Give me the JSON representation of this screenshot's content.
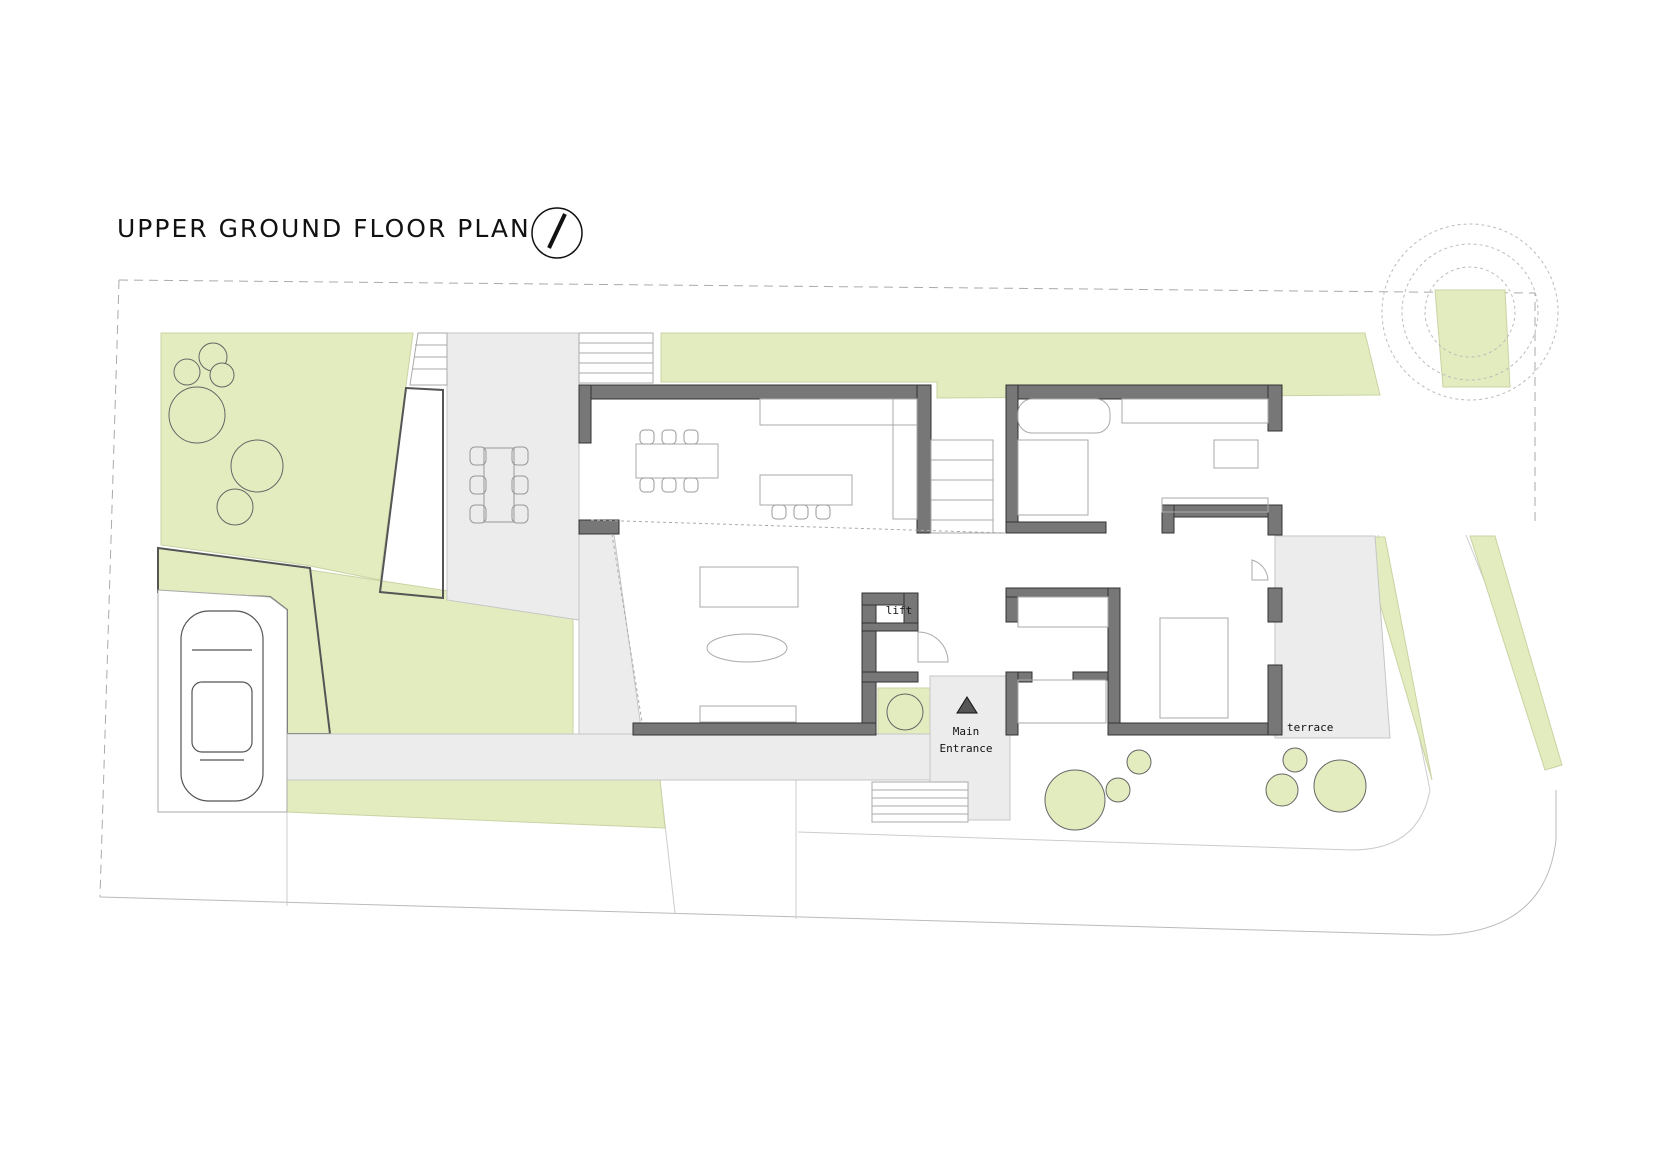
{
  "drawing": {
    "title": "UPPER GROUND FLOOR PLAN",
    "labels": {
      "lift": "lift",
      "entrance_line1": "Main",
      "entrance_line2": "Entrance",
      "terrace": "terrace"
    }
  },
  "palette": {
    "garden": "#e2ecbf",
    "paving": "#ececec",
    "wall": "#777777",
    "line": "#8a8a8a",
    "text": "#111111"
  },
  "icons": [
    "north-arrow-icon",
    "entrance-marker-icon",
    "car-icon",
    "tree-icon"
  ]
}
